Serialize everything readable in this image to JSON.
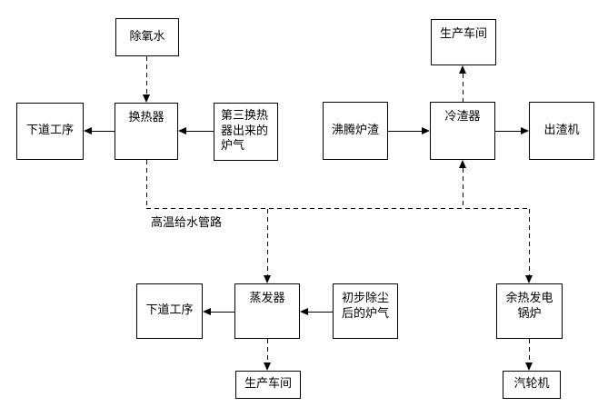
{
  "diagram": {
    "pipeline_label": "高温给水管路",
    "boxes": {
      "deaerated_water": "除氧水",
      "next_process_top": "下道工序",
      "heat_exchanger": "换热器",
      "third_exchanger_gas": "第三换热\n器出来的\n炉气",
      "production_workshop_top": "生产车间",
      "boiling_slag": "沸腾炉渣",
      "slag_cooler": "冷渣器",
      "slag_discharger": "出渣机",
      "next_process_bottom": "下道工序",
      "evaporator": "蒸发器",
      "dedusted_gas": "初步除尘\n后的炉气",
      "waste_heat_boiler": "余热发电\n锅炉",
      "production_workshop_bottom": "生产车间",
      "steam_turbine": "汽轮机"
    },
    "edges": [
      {
        "from": "deaerated_water",
        "to": "heat_exchanger",
        "style": "dashed"
      },
      {
        "from": "heat_exchanger",
        "to": "next_process_top",
        "style": "solid"
      },
      {
        "from": "third_exchanger_gas",
        "to": "heat_exchanger",
        "style": "solid"
      },
      {
        "from": "heat_exchanger",
        "to": "high_temp_feedwater_pipeline",
        "style": "dashed"
      },
      {
        "from": "high_temp_feedwater_pipeline",
        "to": "evaporator",
        "style": "dashed"
      },
      {
        "from": "high_temp_feedwater_pipeline",
        "to": "slag_cooler",
        "style": "dashed"
      },
      {
        "from": "high_temp_feedwater_pipeline",
        "to": "waste_heat_boiler",
        "style": "dashed"
      },
      {
        "from": "boiling_slag",
        "to": "slag_cooler",
        "style": "solid"
      },
      {
        "from": "slag_cooler",
        "to": "slag_discharger",
        "style": "solid"
      },
      {
        "from": "slag_cooler",
        "to": "production_workshop_top",
        "style": "dashed"
      },
      {
        "from": "evaporator",
        "to": "next_process_bottom",
        "style": "solid"
      },
      {
        "from": "dedusted_gas",
        "to": "evaporator",
        "style": "solid"
      },
      {
        "from": "evaporator",
        "to": "production_workshop_bottom",
        "style": "dashed"
      },
      {
        "from": "waste_heat_boiler",
        "to": "steam_turbine",
        "style": "dashed"
      }
    ],
    "colors": {
      "line": "#000000",
      "background": "#ffffff",
      "text": "#000000"
    }
  }
}
